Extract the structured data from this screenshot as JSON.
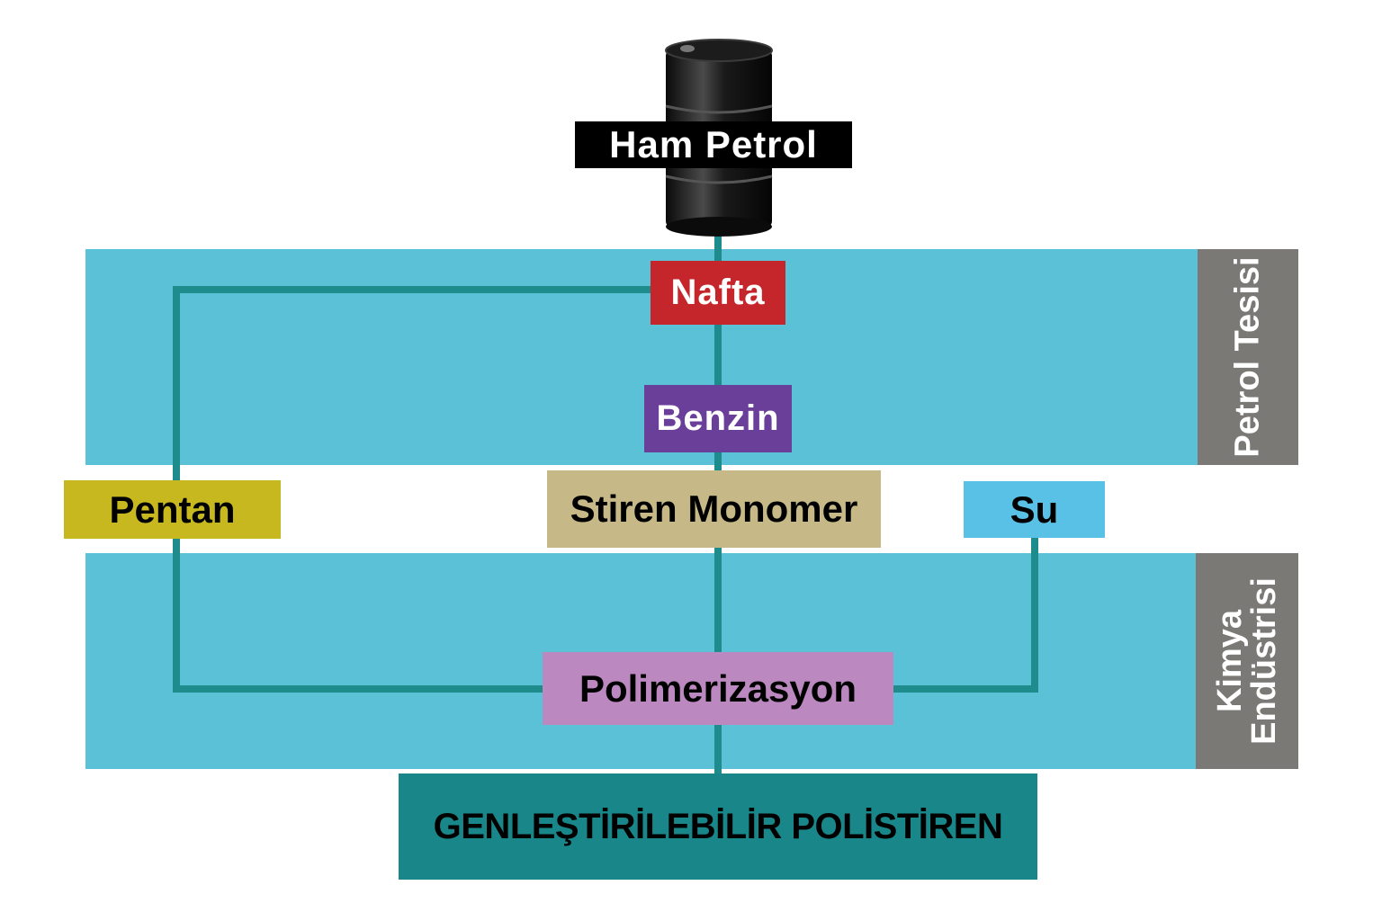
{
  "colors": {
    "band": "#5ac1d6",
    "side_label_bg": "#7a7976",
    "line": "#1e8c8d",
    "nafta": "#c4262b",
    "benzin": "#6a3f99",
    "pentan": "#c8b81f",
    "stiren": "#c7b987",
    "su": "#5ac1e6",
    "polimerizasyon": "#bb88c0",
    "output": "#19868a"
  },
  "icons": {
    "barrel": "oil-barrel-icon"
  },
  "nodes": {
    "ham_petrol": "Ham Petrol",
    "nafta": "Nafta",
    "benzin": "Benzin",
    "pentan": "Pentan",
    "stiren_monomer": "Stiren Monomer",
    "su": "Su",
    "polimerizasyon": "Polimerizasyon",
    "output": "GENLEŞTİRİLEBİLİR POLİSTİREN"
  },
  "sections": {
    "petrol_tesisi": "Petrol Tesisi",
    "kimya_endustrisi_line1": "Kimya",
    "kimya_endustrisi_line2": "Endüstrisi"
  }
}
